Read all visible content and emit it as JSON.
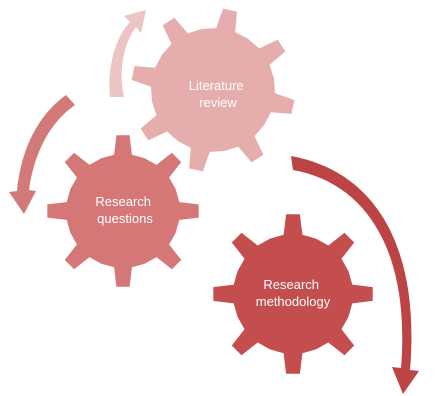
{
  "diagram": {
    "gears": [
      {
        "id": "literature-review",
        "lines": [
          "Literature",
          "review"
        ],
        "color": "#e6adad"
      },
      {
        "id": "research-questions",
        "lines": [
          "Research",
          "questions"
        ],
        "color": "#d67777"
      },
      {
        "id": "research-methodology",
        "lines": [
          "Research",
          "methodology"
        ],
        "color": "#c44e4e"
      }
    ],
    "arrows": [
      {
        "id": "arrow-top",
        "color": "#edc4c4"
      },
      {
        "id": "arrow-left",
        "color": "#d27a7a"
      },
      {
        "id": "arrow-right",
        "color": "#bd4444"
      }
    ]
  }
}
